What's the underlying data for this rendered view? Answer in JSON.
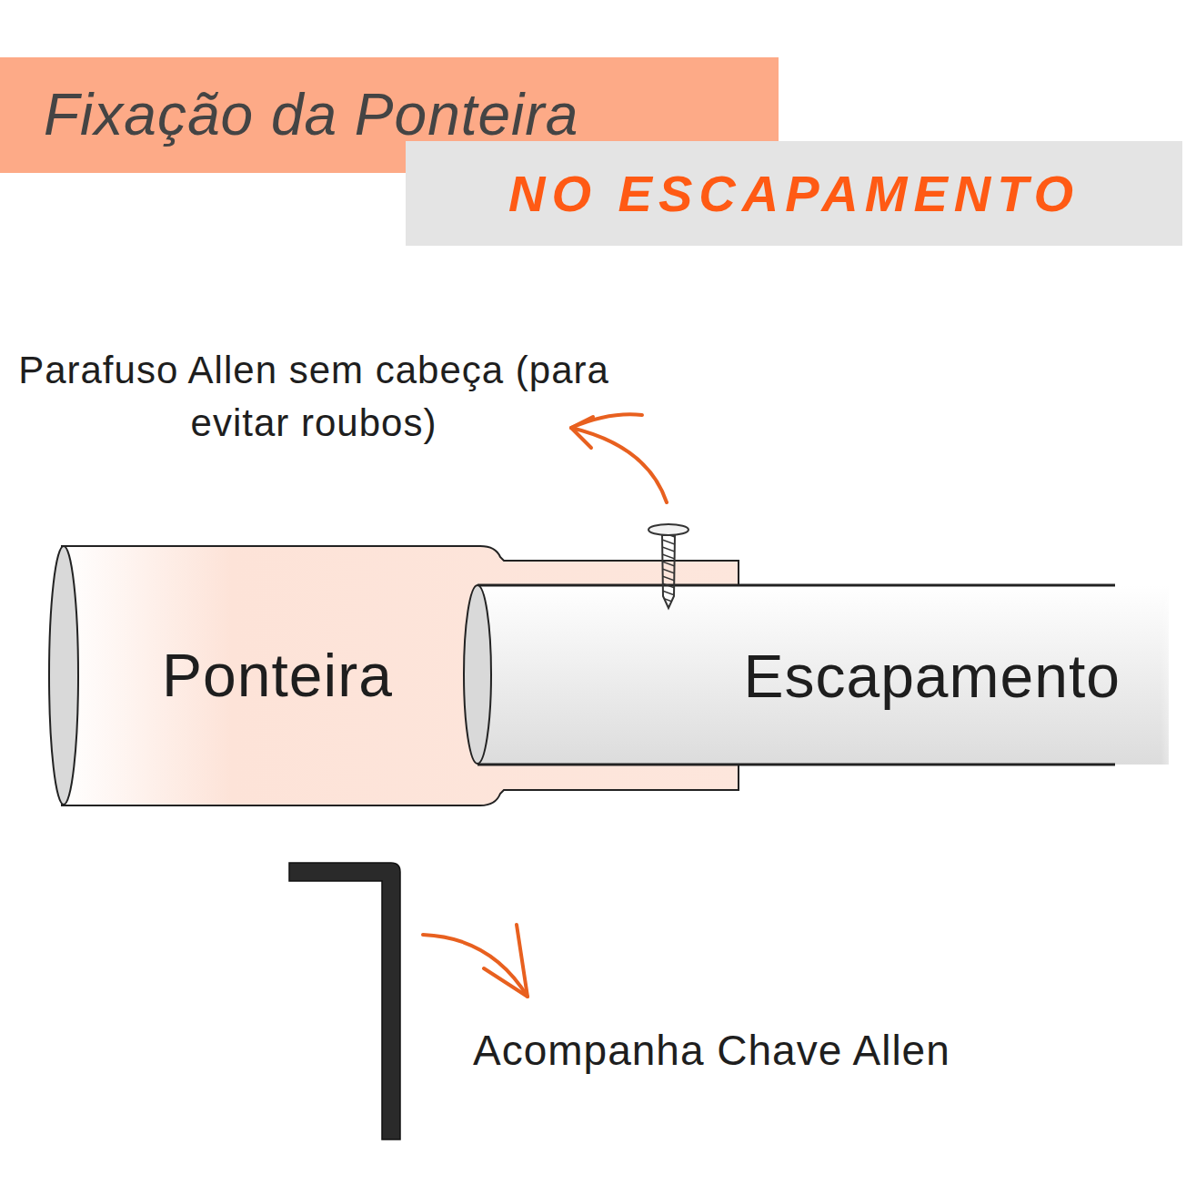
{
  "diagram": {
    "title": "Fixação da Ponteira",
    "nodes": [
      {
        "text": [
          "Ponteira"
        ]
      },
      {
        "text": [
          "Escapamento"
        ]
      }
    ],
    "labels": [
      "NO ESCAPAMENTO",
      "Parafuso Allen sem cabeça (para evitar roubos)",
      "Acompanha Chave Allen"
    ]
  }
}
